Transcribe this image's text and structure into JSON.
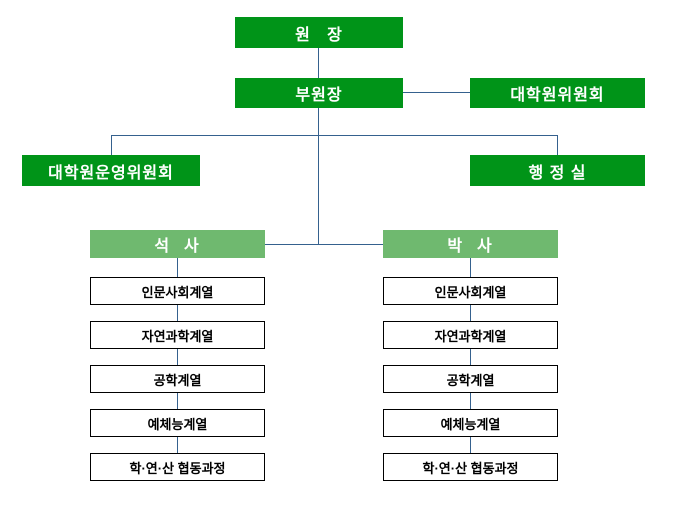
{
  "nodes": {
    "director": "원   장",
    "vice_director": "부원장",
    "grad_committee": "대학원위원회",
    "steering_committee": "대학원운영위원회",
    "admin_office": "행 정 실"
  },
  "tracks": {
    "masters": {
      "title": "석  사",
      "items": [
        "인문사회계열",
        "자연과학계열",
        "공학계열",
        "예체능계열",
        "학·연·산 협동과정"
      ]
    },
    "doctoral": {
      "title": "박  사",
      "items": [
        "인문사회계열",
        "자연과학계열",
        "공학계열",
        "예체능계열",
        "학·연·산 협동과정"
      ]
    }
  },
  "colors": {
    "dark_green": "#009418",
    "light_green": "#6FB96F",
    "connector_blue": "#35618E",
    "item_border": "#000000"
  }
}
